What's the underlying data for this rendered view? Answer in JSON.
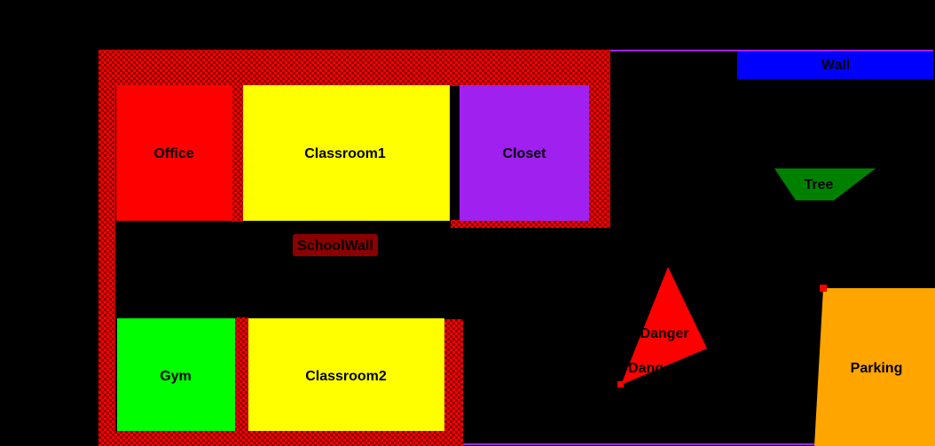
{
  "map": {
    "colors": {
      "background": "#000000",
      "school_wall": "#8b0000",
      "school_wall_checker": "#ff0000",
      "office": "#ff0000",
      "classroom": "#ffff00",
      "closet": "#a020f0",
      "gym": "#00ff00",
      "wall": "#0000ff",
      "tree": "#008000",
      "danger": "#ff0000",
      "parking": "#ffa500",
      "boundary": "#a020f0"
    },
    "labels": {
      "office": "Office",
      "classroom1": "Classroom1",
      "closet": "Closet",
      "school_wall": "SchoolWall",
      "gym": "Gym",
      "classroom2": "Classroom2",
      "wall": "Wall",
      "tree": "Tree",
      "danger": "Danger",
      "danger_partial": "Dang",
      "parking": "Parking"
    }
  }
}
